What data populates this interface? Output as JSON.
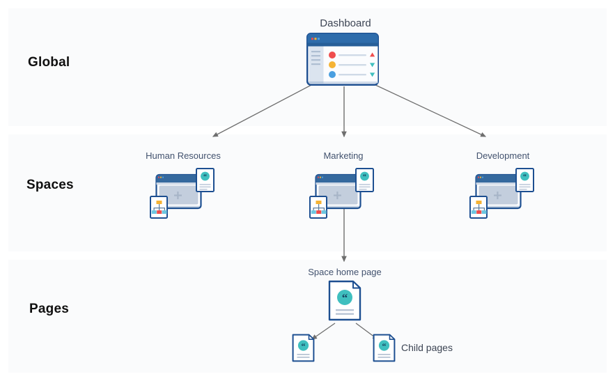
{
  "diagram": {
    "title_context": "Confluence content hierarchy",
    "background_color": "#ffffff",
    "band_color": "#fafbfc",
    "arrow_color": "#6e6e6e",
    "accent_blue": "#1d4f91",
    "accent_teal": "#3fbfbf",
    "tiers": [
      {
        "id": "global",
        "label": "Global"
      },
      {
        "id": "spaces",
        "label": "Spaces"
      },
      {
        "id": "pages",
        "label": "Pages"
      }
    ],
    "nodes": {
      "dashboard": {
        "label": "Dashboard",
        "icon": "dashboard-window-icon"
      },
      "spaces": [
        {
          "id": "hr",
          "label": "Human Resources",
          "icon": "space-icon"
        },
        {
          "id": "marketing",
          "label": "Marketing",
          "icon": "space-icon"
        },
        {
          "id": "dev",
          "label": "Development",
          "icon": "space-icon"
        }
      ],
      "space_home_page": {
        "label": "Space home page",
        "icon": "page-document-icon"
      },
      "child_pages": {
        "label": "Child pages",
        "icon": "page-document-icon",
        "count": 2
      }
    },
    "dashboard_widget": {
      "rows": [
        {
          "dot_color": "#ef4d4d",
          "trend": "up",
          "trend_color": "#ef4d4d"
        },
        {
          "dot_color": "#f5b335",
          "trend": "down",
          "trend_color": "#3fbfbf"
        },
        {
          "dot_color": "#4a9fe0",
          "trend": "down",
          "trend_color": "#3fbfbf"
        }
      ],
      "titlebar_dots": [
        "#ef4d4d",
        "#f5b335",
        "#4a9fe0"
      ]
    },
    "edges": [
      {
        "from": "dashboard",
        "to": "hr"
      },
      {
        "from": "dashboard",
        "to": "marketing"
      },
      {
        "from": "dashboard",
        "to": "dev"
      },
      {
        "from": "marketing",
        "to": "space_home_page"
      },
      {
        "from": "space_home_page",
        "to": "child_page_left"
      },
      {
        "from": "space_home_page",
        "to": "child_page_right"
      }
    ]
  }
}
